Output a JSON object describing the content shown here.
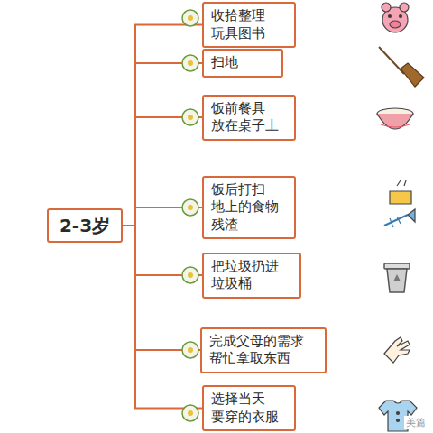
{
  "diagram": {
    "nodes": [
      {
        "text": [
          "2-3岁"
        ]
      },
      {
        "text": [
          "收拾整理 玩具图书"
        ]
      },
      {
        "text": [
          "扫地"
        ]
      },
      {
        "text": [
          "饭前餐具 放在桌子上"
        ]
      },
      {
        "text": [
          "饭后打扫 地上的食物 残渣"
        ]
      },
      {
        "text": [
          "把垃圾扔进 垃圾桶"
        ]
      },
      {
        "text": [
          "完成父母的需求 帮忙拿取东西"
        ]
      },
      {
        "text": [
          "选择当天 要穿的衣服"
        ]
      }
    ],
    "edges": [
      {
        "from": 0,
        "to": 1,
        "arrow": "none"
      },
      {
        "from": 0,
        "to": 2,
        "arrow": "none"
      },
      {
        "from": 0,
        "to": 3,
        "arrow": "none"
      },
      {
        "from": 0,
        "to": 4,
        "arrow": "none"
      },
      {
        "from": 0,
        "to": 5,
        "arrow": "none"
      },
      {
        "from": 0,
        "to": 6,
        "arrow": "none"
      },
      {
        "from": 0,
        "to": 7,
        "arrow": "none"
      }
    ],
    "labels": [
      "美篇"
    ]
  }
}
